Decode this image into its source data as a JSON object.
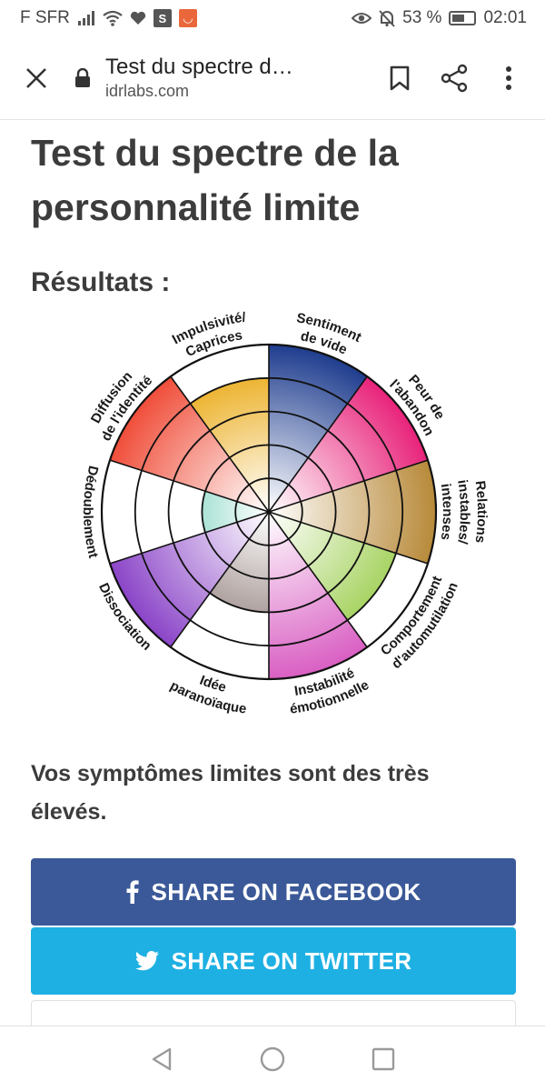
{
  "status_bar": {
    "carrier": "F SFR",
    "battery": "53 %",
    "time": "02:01",
    "app_badge": "S"
  },
  "toolbar": {
    "page_title": "Test du spectre d…",
    "domain": "idrlabs.com"
  },
  "content": {
    "title_line1": "Test du spectre de la",
    "title_line2": "personnalité limite",
    "results_label": "Résultats :",
    "verdict_line1": "Vos symptômes limites sont des très",
    "verdict_line2": "élevés.",
    "facebook_label": "SHARE ON FACEBOOK",
    "twitter_label": "SHARE ON TWITTER"
  },
  "chart_data": {
    "type": "polar-area",
    "rings": 5,
    "max": 5,
    "categories": [
      {
        "label_lines": [
          "Sentiment",
          "de vide"
        ],
        "value": 5,
        "color": "#1f3d8f"
      },
      {
        "label_lines": [
          "Peur de",
          "l'abandon"
        ],
        "value": 5,
        "color": "#e8237a"
      },
      {
        "label_lines": [
          "Relations",
          "instables/",
          "intenses"
        ],
        "value": 5,
        "color": "#b88a3a"
      },
      {
        "label_lines": [
          "Comportement",
          "d'automutilation"
        ],
        "value": 4,
        "color": "#93c93e"
      },
      {
        "label_lines": [
          "Instabilité",
          "émotionnelle"
        ],
        "value": 5,
        "color": "#d95fc3"
      },
      {
        "label_lines": [
          "Idée",
          "paranoïaque"
        ],
        "value": 3,
        "color": "#7a6460"
      },
      {
        "label_lines": [
          "Dissociation"
        ],
        "value": 5,
        "color": "#8b45c8"
      },
      {
        "label_lines": [
          "Dédoublement"
        ],
        "value": 2,
        "color": "#2eb89a"
      },
      {
        "label_lines": [
          "Diffusion",
          "de l'identité"
        ],
        "value": 5,
        "color": "#f04e3a"
      },
      {
        "label_lines": [
          "Impulsivité/",
          "Caprices"
        ],
        "value": 4,
        "color": "#e8a200"
      }
    ]
  }
}
